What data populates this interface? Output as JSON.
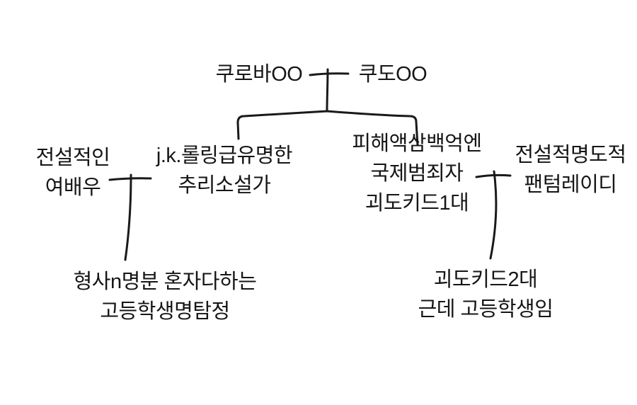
{
  "canvas": {
    "background": "#ffffff",
    "ink": "#1a1a1a"
  },
  "diagram": {
    "type": "family-tree",
    "nodes": {
      "kuroba": {
        "lines": [
          "쿠로바OO"
        ]
      },
      "kudo": {
        "lines": [
          "쿠도OO"
        ]
      },
      "actress": {
        "lines": [
          "전설적인",
          "여배우"
        ]
      },
      "novelist": {
        "lines": [
          "j.k.롤링급유명한",
          "추리소설가"
        ]
      },
      "kid1": {
        "lines": [
          "피해액삼백억엔",
          "국제범죄자",
          "괴도키드1대"
        ]
      },
      "phantom": {
        "lines": [
          "전설적명도적",
          "팬텀레이디"
        ]
      },
      "detective": {
        "lines": [
          "형사n명분 혼자다하는",
          "고등학생명탐정"
        ]
      },
      "kid2": {
        "lines": [
          "괴도키드2대",
          "근데 고등학생임"
        ]
      }
    }
  }
}
